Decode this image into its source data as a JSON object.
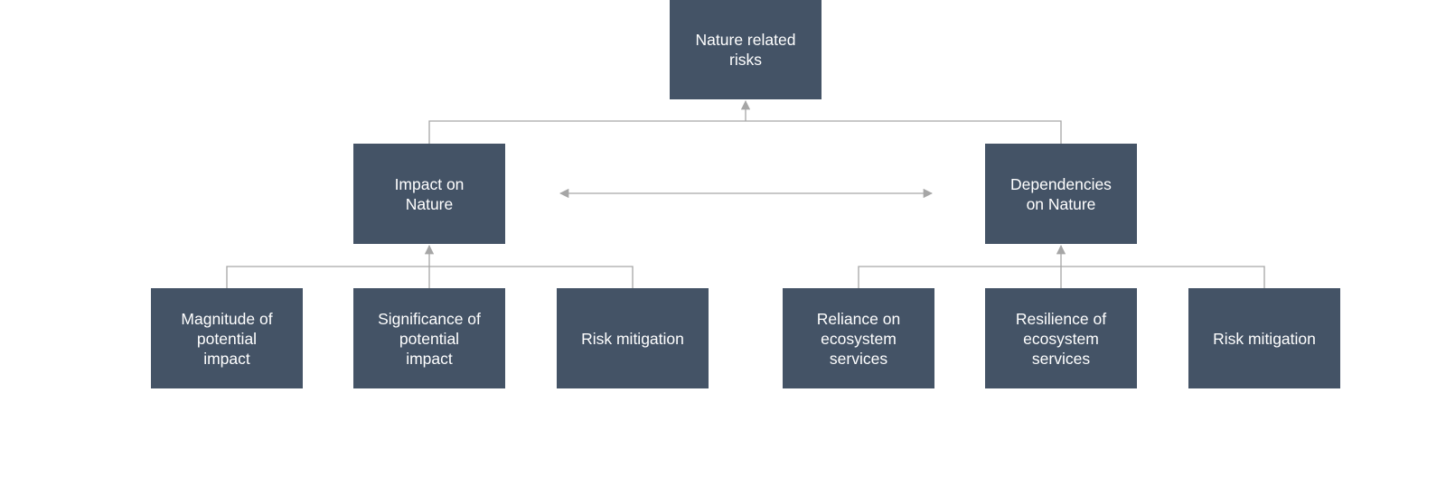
{
  "diagram": {
    "root": {
      "label": "Nature related\nrisks"
    },
    "impact": {
      "label": "Impact on\nNature",
      "children": [
        {
          "label": "Magnitude of\npotential\nimpact"
        },
        {
          "label": "Significance of\npotential\nimpact"
        },
        {
          "label": "Risk mitigation"
        }
      ]
    },
    "dependencies": {
      "label": "Dependencies\non Nature",
      "children": [
        {
          "label": "Reliance on\necosystem\nservices"
        },
        {
          "label": "Resilience of\necosystem\nservices"
        },
        {
          "label": "Risk mitigation"
        }
      ]
    }
  },
  "colors": {
    "box_fill": "#445366",
    "box_text": "#ffffff",
    "connector": "#a6a6a6"
  }
}
